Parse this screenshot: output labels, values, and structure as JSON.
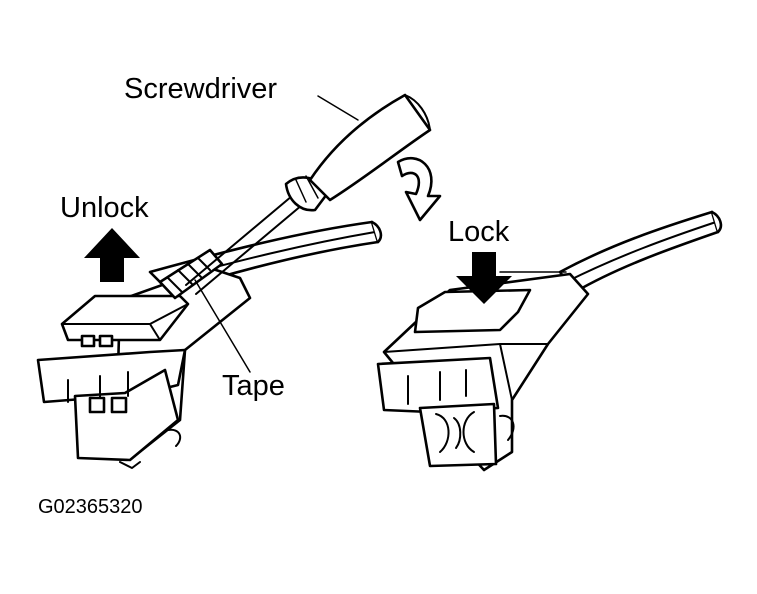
{
  "labels": {
    "screwdriver": "Screwdriver",
    "unlock": "Unlock",
    "lock": "Lock",
    "tape": "Tape",
    "figure_id": "G02365320"
  },
  "colors": {
    "ink": "#000000",
    "paper": "#ffffff"
  }
}
